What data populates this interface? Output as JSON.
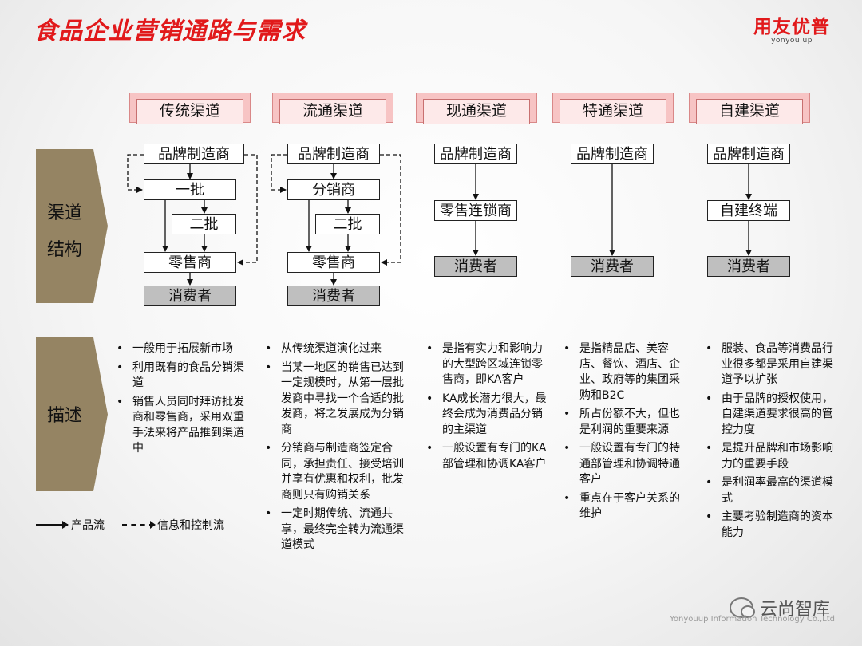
{
  "title": "食品企业营销通路与需求",
  "brand": {
    "name": "用友优普",
    "sub": "yonyou up"
  },
  "side_labels": {
    "structure": [
      "渠道",
      "结构"
    ],
    "description": "描述"
  },
  "channels": [
    {
      "name": "传统渠道",
      "nodes": [
        "品牌制造商",
        "一批",
        "二批",
        "零售商",
        "消费者"
      ]
    },
    {
      "name": "流通渠道",
      "nodes": [
        "品牌制造商",
        "分销商",
        "二批",
        "零售商",
        "消费者"
      ]
    },
    {
      "name": "现通渠道",
      "nodes": [
        "品牌制造商",
        "零售连锁商",
        "消费者"
      ]
    },
    {
      "name": "特通渠道",
      "nodes": [
        "品牌制造商",
        "消费者"
      ]
    },
    {
      "name": "自建渠道",
      "nodes": [
        "品牌制造商",
        "自建终端",
        "消费者"
      ]
    }
  ],
  "descriptions": [
    [
      "一般用于拓展新市场",
      "利用既有的食品分销渠道",
      "销售人员同时拜访批发商和零售商，采用双重手法来将产品推到渠道中"
    ],
    [
      "从传统渠道演化过来",
      "当某一地区的销售已达到一定规模时，从第一层批发商中寻找一个合适的批发商，将之发展成为分销商",
      "分销商与制造商签定合同，承担责任、接受培训并享有优惠和权利，批发商则只有购销关系",
      "一定时期传统、流通共享，最终完全转为流通渠道模式"
    ],
    [
      "是指有实力和影响力的大型跨区域连锁零售商，即KA客户",
      "KA成长潜力很大，最终会成为消费品分销的主渠道",
      "一般设置有专门的KA部管理和协调KA客户"
    ],
    [
      "是指精品店、美容店、餐饮、酒店、企业、政府等的集团采购和B2C",
      "所占份额不大，但也是利润的重要来源",
      "一般设置有专门的特通部管理和协调特通客户",
      "重点在于客户关系的维护"
    ],
    [
      "服装、食品等消费品行业很多都是采用自建渠道予以扩张",
      "由于品牌的授权使用，自建渠道要求很高的管控力度",
      "是提升品牌和市场影响力的重要手段",
      "是利润率最高的渠道模式",
      "主要考验制造商的资本能力"
    ]
  ],
  "legend": {
    "product_flow": "产品流",
    "info_flow": "信息和控制流"
  },
  "watermark": "云尚智库",
  "footer": "Yonyouup Information Technology Co.,Ltd",
  "colors": {
    "title": "#e1191b",
    "side_label": "#958463",
    "header_bg": "#f7c4c4",
    "consumer_node": "#bfbfbf"
  }
}
